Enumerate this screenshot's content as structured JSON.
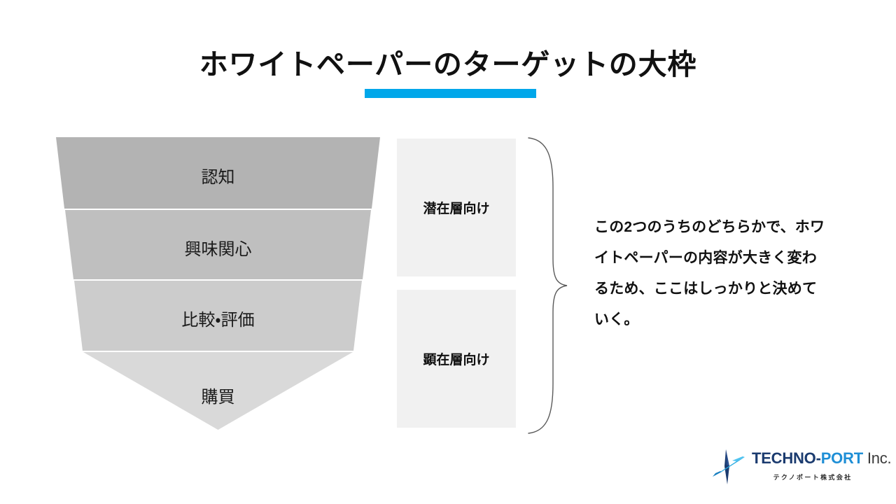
{
  "slide": {
    "title": "ホワイトペーパーのターゲットの大枠",
    "accent_color": "#00a7ea",
    "background_color": "#ffffff"
  },
  "funnel": {
    "stages": [
      {
        "label": "認知",
        "fill": "#b3b3b3"
      },
      {
        "label": "興味関心",
        "fill": "#bfbfbf"
      },
      {
        "label": "比較・評価",
        "fill": "#cccccc"
      },
      {
        "label": "購買",
        "fill": "#d9d9d9"
      }
    ]
  },
  "segment_boxes": [
    {
      "label": "潜在層向け",
      "fill": "#f1f1f1"
    },
    {
      "label": "顕在層向け",
      "fill": "#f1f1f1"
    }
  ],
  "callout": {
    "text": "この2つのうちのどちらかで、ホワイトペーパーの内容が大きく変わるため、ここはしっかりと決めていく。"
  },
  "logo": {
    "word_dark": "TECHNO-",
    "word_blue": "PORT",
    "word_inc": " Inc.",
    "subtitle": "テクノポート株式会社",
    "mark_dark_color": "#1b3b6f",
    "mark_blue_color": "#29abe2"
  }
}
